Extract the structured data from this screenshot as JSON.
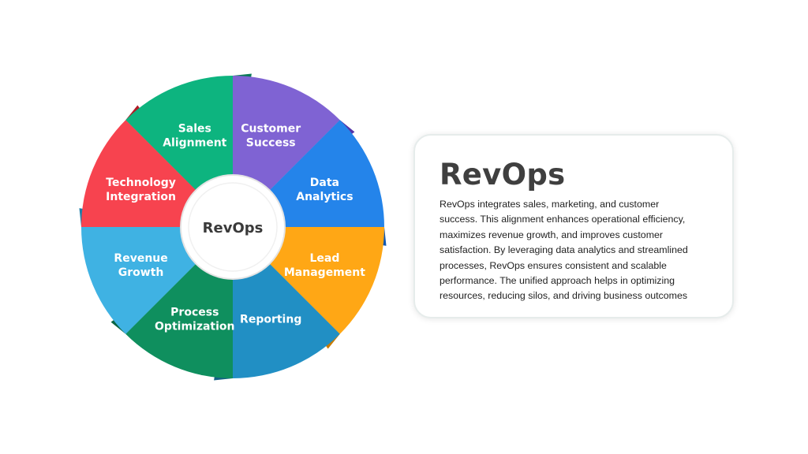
{
  "diagram": {
    "hub_label": "RevOps",
    "segments": [
      {
        "name": "segment-sales-alignment",
        "label_lines": [
          "Sales",
          "Alignment"
        ],
        "color": "#0db47f",
        "dark": "#087a55"
      },
      {
        "name": "segment-customer-success",
        "label_lines": [
          "Customer",
          "Success"
        ],
        "color": "#7f63d3",
        "dark": "#5334a8"
      },
      {
        "name": "segment-data-analytics",
        "label_lines": [
          "Data",
          "Analytics"
        ],
        "color": "#2484ea",
        "dark": "#1258b0"
      },
      {
        "name": "segment-lead-management",
        "label_lines": [
          "Lead",
          "Management"
        ],
        "color": "#ffa715",
        "dark": "#c87a00"
      },
      {
        "name": "segment-reporting",
        "label_lines": [
          "Reporting"
        ],
        "color": "#218fc4",
        "dark": "#136184"
      },
      {
        "name": "segment-process-optimization",
        "label_lines": [
          "Process",
          "Optimization"
        ],
        "color": "#0f8f5e",
        "dark": "#0a6442"
      },
      {
        "name": "segment-revenue-growth",
        "label_lines": [
          "Revenue",
          "Growth"
        ],
        "color": "#3fb2e3",
        "dark": "#1f7fa9"
      },
      {
        "name": "segment-technology-integration",
        "label_lines": [
          "Technology",
          "Integration"
        ],
        "color": "#f7434f",
        "dark": "#b01c27"
      }
    ]
  },
  "card": {
    "title": "RevOps",
    "body_lines": [
      "RevOps integrates sales, marketing, and customer",
      "success. This alignment enhances operational efficiency,",
      "maximizes revenue growth, and improves customer",
      "satisfaction. By leveraging data analytics and streamlined",
      "processes, RevOps ensures consistent and scalable",
      "performance. The unified approach helps in optimizing",
      "resources, reducing silos, and driving business outcomes"
    ]
  }
}
